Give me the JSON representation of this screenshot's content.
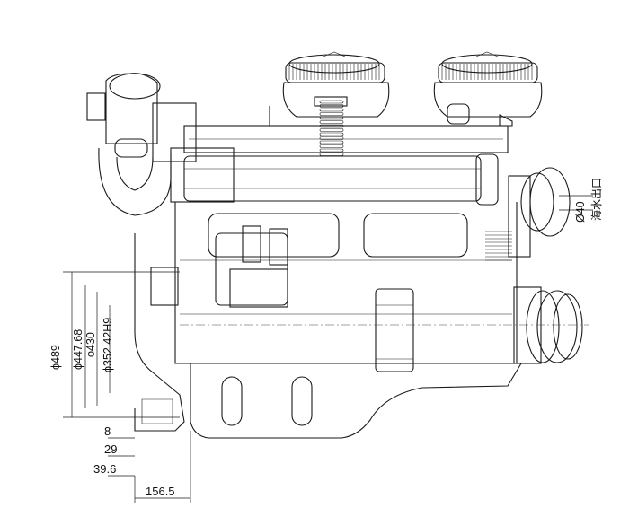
{
  "dimensions": {
    "phi489": "ϕ489",
    "phi447_68": "ϕ447.68",
    "phi430": "ϕ430",
    "phi352_42h9": "ϕ352.42H9",
    "d8": "8",
    "d29": "29",
    "d39_6": "39.6",
    "d156_5": "156.5"
  },
  "annotations": {
    "outlet_diameter": "Ø40",
    "outlet_label": "海水出口"
  }
}
